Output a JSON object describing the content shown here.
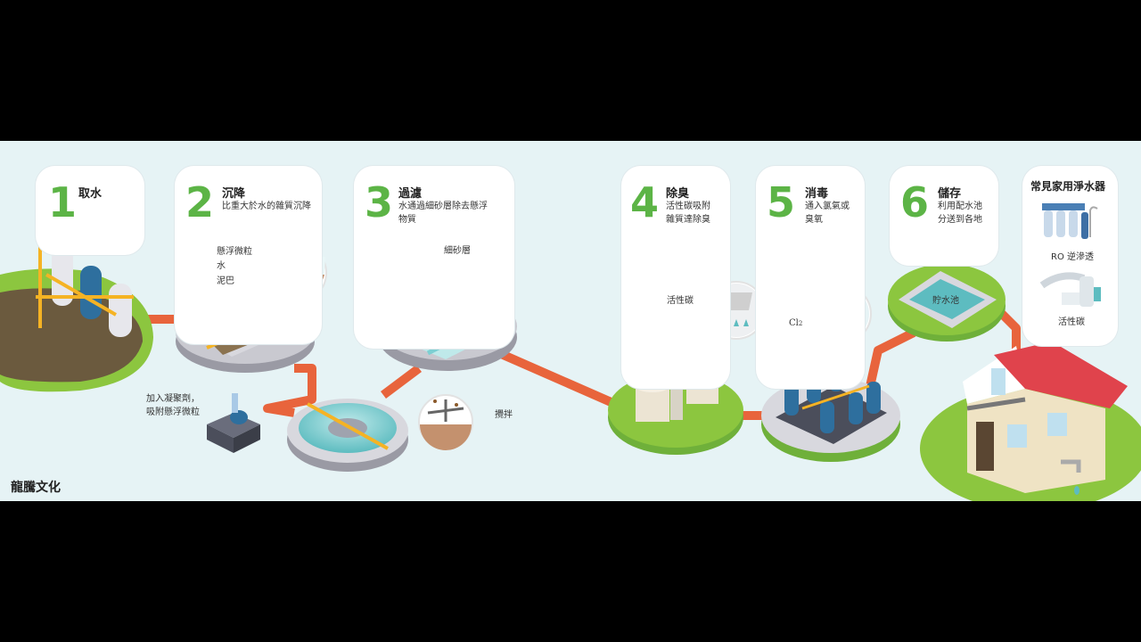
{
  "steps": [
    {
      "num": "1",
      "title": "取水",
      "desc": ""
    },
    {
      "num": "2",
      "title": "沉降",
      "desc": "比重大於水的雜質沉降"
    },
    {
      "num": "3",
      "title": "過濾",
      "desc": "水通過細砂層除去懸浮\n物質"
    },
    {
      "num": "4",
      "title": "除臭",
      "desc": "活性碳吸附\n雜質達除臭"
    },
    {
      "num": "5",
      "title": "消毒",
      "desc": "通入氯氣或\n臭氧"
    },
    {
      "num": "6",
      "title": "儲存",
      "desc": "利用配水池\n分送到各地"
    }
  ],
  "labels": {
    "suspended": "懸浮微粒",
    "water": "水",
    "mud": "泥巴",
    "sand_layer": "細砂層",
    "coagulant": "加入凝聚劑，\n吸附懸浮微粒",
    "stir": "攪拌",
    "carbon": "活性碳",
    "chlorine": "Cl",
    "chlorine_sub": "2",
    "reservoir": "貯水池"
  },
  "home_filters": {
    "title": "常見家用淨水器",
    "items": [
      "RO 逆滲透",
      "活性碳"
    ]
  },
  "brand": "龍騰文化",
  "colors": {
    "background": "#e6f3f5",
    "accent_green": "#5cb446",
    "pipe": "#e8643c",
    "grass": "#8cc63f",
    "frame": "#000000"
  }
}
